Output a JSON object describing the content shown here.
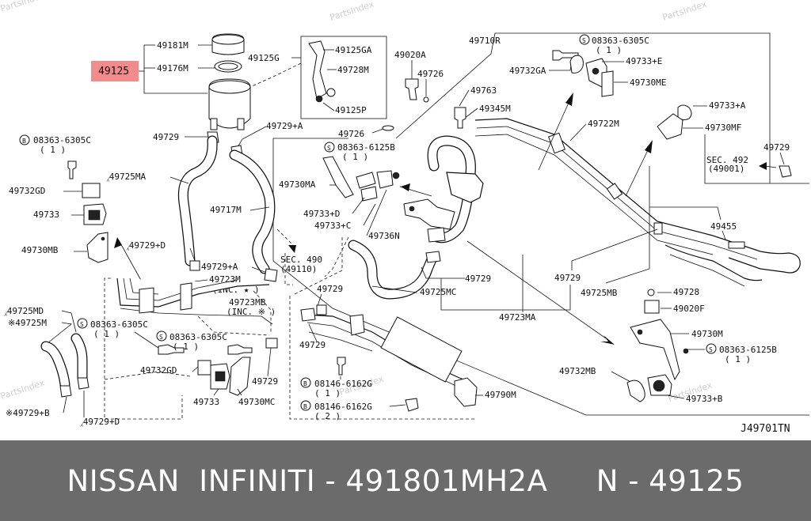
{
  "watermarks": [
    "PartsIndex",
    "PartsIndex",
    "PartsIndex",
    "PartsIndex",
    "PartsIndex"
  ],
  "highlight": {
    "label": "49125",
    "color": "#f28b8b"
  },
  "labels": {
    "p49181M": "49181M",
    "p49176M": "49176M",
    "p49125G": "49125G",
    "p49125GA": "49125GA",
    "p49728M_top": "49728M",
    "p49125P": "49125P",
    "p49020A": "49020A",
    "p49726_a": "49726",
    "p49726_b": "49726",
    "p49710R": "49710R",
    "s08363_6305C_tr": "08363-6305C",
    "s08363_6305C_tr_qty": "( 1 )",
    "p49732GA": "49732GA",
    "p49733E": "49733+E",
    "p49730ME": "49730ME",
    "p49763": "49763",
    "p49345M": "49345M",
    "p49722M": "49722M",
    "p49733A": "49733+A",
    "p49730MF": "49730MF",
    "p49729_right": "49729",
    "sec492": "SEC. 492",
    "sec492_sub": "(49001)",
    "p49455": "49455",
    "b08363_6305C_l": "08363-6305C",
    "b08363_6305C_l_qty": "( 1 )",
    "p49729_top": "49729",
    "p49729A_top": "49729+A",
    "s08363_6125B_c": "08363-6125B",
    "s08363_6125B_c_qty": "( 1 )",
    "p49732GD": "49732GD",
    "p49725MA": "⁁49725MA",
    "p49730MA": "49730MA",
    "p49733": "49733",
    "p49717M": "49717M",
    "p49733D": "49733+D",
    "p49733C": "49733+C",
    "p49736N": "49736N",
    "p49730MB": "49730MB",
    "p49729D": "⁁49729+D",
    "sec490": "SEC. 490",
    "sec490_sub": "(49110)",
    "p49729A_mid": "49729+A",
    "p49723M": "49723M",
    "p49723M_inc": "(INC. ★ )",
    "p49729_c1": "49729",
    "p49729_c2": "49729",
    "p49725MC": "49725MC",
    "p49725MB": "49725MB",
    "p49728_r": "49728",
    "p49020F": "49020F",
    "p49723MB": "49723MB",
    "p49723MB_inc": "(INC. ※ )",
    "p49729_mid": "49729",
    "p49725MD": "⁁49725MD",
    "p49725M": "※49725M",
    "s08363_6305C_m": "08363-6305C",
    "s08363_6305C_m_qty": "( 1 )",
    "s08363_6305C_m2": "08363-6305C",
    "s08363_6305C_m2_qty": "( 1 )",
    "p49723MA": "49723MA",
    "p49730M": "49730M",
    "s08363_6125B_r": "08363-6125B",
    "s08363_6125B_r_qty": "( 1 )",
    "p49732GD_2": "49732GD",
    "p49729_low": "49729",
    "p49729_low2": "49729",
    "b08146_6162G_a": "08146-6162G",
    "b08146_6162G_a_qty": "( 1 )",
    "b08146_6162G_b": "08146-6162G",
    "b08146_6162G_b_qty": "( 2 )",
    "p49790M": "49790M",
    "p49732MB": "49732MB",
    "p49733B": "49733+B",
    "p49729B": "※49729+B",
    "p49729D_b": "⁁49729+D",
    "p49733_b": "49733",
    "p49730MC": "49730MC",
    "code": "J49701TN"
  },
  "footer": {
    "text": "NISSAN  INFINITI - 491801MH2A     N - 49125"
  }
}
